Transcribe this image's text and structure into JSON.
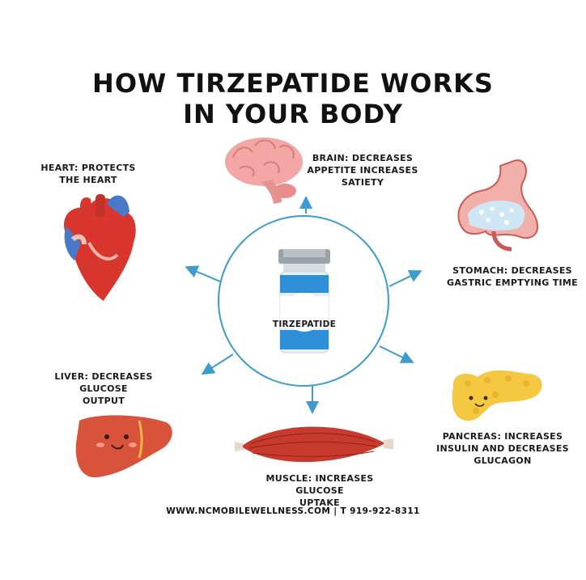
{
  "title": {
    "line1": "HOW TIRZEPATIDE WORKS",
    "line2": "IN YOUR BODY"
  },
  "center": {
    "vial_label": "TIRZEPATIDE"
  },
  "organs": {
    "heart": {
      "line1": "HEART: PROTECTS",
      "line2": "THE HEART"
    },
    "brain": {
      "line1": "BRAIN: DECREASES",
      "line2": "APPETITE INCREASES",
      "line3": "SATIETY"
    },
    "stomach": {
      "line1": "STOMACH: DECREASES",
      "line2": "GASTRIC EMPTYING TIME"
    },
    "liver": {
      "line1": "LIVER: DECREASES GLUCOSE",
      "line2": "OUTPUT"
    },
    "muscle": {
      "line1": "MUSCLE: INCREASES GLUCOSE",
      "line2": "UPTAKE"
    },
    "pancreas": {
      "line1": "PANCREAS: INCREASES",
      "line2": "INSULIN AND DECREASES",
      "line3": "GLUCAGON"
    }
  },
  "footer": "WWW.NCMOBILEWELLNESS.COM | T 919-922-8311",
  "colors": {
    "circle": "#3c9bcf",
    "arrow": "#3c9bcf",
    "vial_blue": "#2f8fd6",
    "heart_red": "#d8362c",
    "brain_pink": "#f2a7a5",
    "muscle_red": "#c83a2e",
    "liver_red": "#d9523a",
    "pancreas_yellow": "#f5c842"
  }
}
